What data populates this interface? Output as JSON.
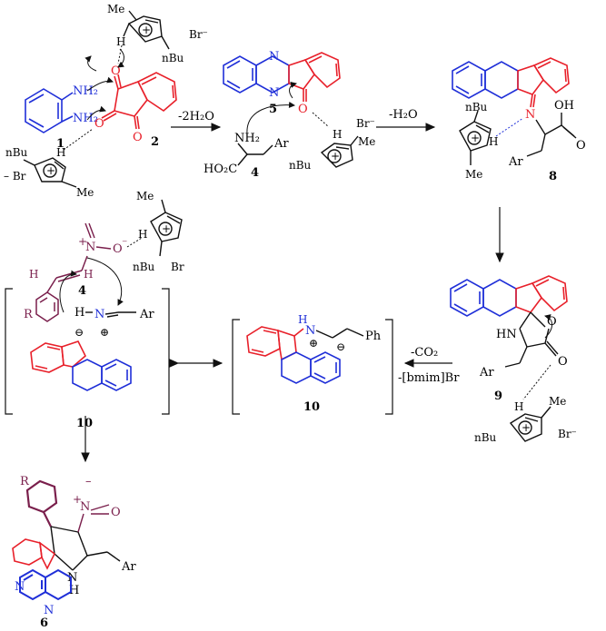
{
  "colors": {
    "blue": "#1f2fd8",
    "red": "#e8202a",
    "black": "#111111",
    "purple": "#7a1f4c",
    "amine": "#2638d6"
  },
  "reactants": {
    "diamine": {
      "nh2_top": "NH₂",
      "nh2_bottom": "NH₂",
      "label": "1"
    },
    "ninhydrin": {
      "o_top": "O",
      "o_mid": "O",
      "o_bottom": "O",
      "label": "2"
    },
    "ionic_liquid_left": {
      "nbu": "nBu",
      "br": "– Br",
      "h": "H",
      "me": "Me",
      "plus": "+"
    },
    "ionic_liquid_top": {
      "me": "Me",
      "br": "Br⁻",
      "h": "H",
      "nbu": "nBu",
      "plus": "+"
    }
  },
  "steps": {
    "step1": "-2H₂O",
    "step2": "-H₂O",
    "step3_co2": "-CO₂",
    "step3_il": "-[bmim]Br"
  },
  "intermediate5": {
    "label": "5",
    "o": "O",
    "n_top": "N",
    "n_bottom": "N",
    "il": {
      "br": "Br⁻",
      "h": "H",
      "me": "Me",
      "nbu": "nBu",
      "plus": "+"
    }
  },
  "aminoacid4": {
    "nh2": "NH₂",
    "ho2c": "HO₂C",
    "ar": "Ar",
    "label": "4"
  },
  "intermediate8": {
    "label": "8",
    "n": "N",
    "oh": "OH",
    "o": "O",
    "ar": "Ar",
    "il": {
      "nbu": "nBu",
      "h": "H",
      "me": "Me",
      "plus": "+"
    }
  },
  "intermediate9": {
    "label": "9",
    "hn": "HN",
    "o_ring": "O",
    "o_carbonyl": "O",
    "ar": "Ar",
    "il": {
      "h": "H",
      "me": "Me",
      "nbu": "nBu",
      "br": "Br⁻",
      "plus": "+"
    }
  },
  "ylide10_left": {
    "label": "10",
    "h": "H",
    "n": "N",
    "ar": "Ar",
    "r": "R",
    "minus": "⊖",
    "plus": "⊕",
    "nitro": {
      "n": "N",
      "plus": "+",
      "o": "O",
      "minus": "⁻",
      "h": "H"
    },
    "dipolarophile_label": "4",
    "il": {
      "me": "Me",
      "h": "H",
      "nbu": "nBu",
      "br": "Br",
      "plus": "+"
    }
  },
  "ylide10_right": {
    "label": "10",
    "h": "H",
    "n": "N",
    "ph": "Ph",
    "plus": "⊕",
    "minus": "⊖"
  },
  "product6": {
    "label": "6",
    "r": "R",
    "nitro_n": "N",
    "nitro_plus": "+",
    "nitro_o": "O",
    "nitro_minus": "–",
    "nh": "N",
    "nh_h": "H",
    "ar": "Ar",
    "n_top": "N",
    "n_bottom": "N"
  }
}
